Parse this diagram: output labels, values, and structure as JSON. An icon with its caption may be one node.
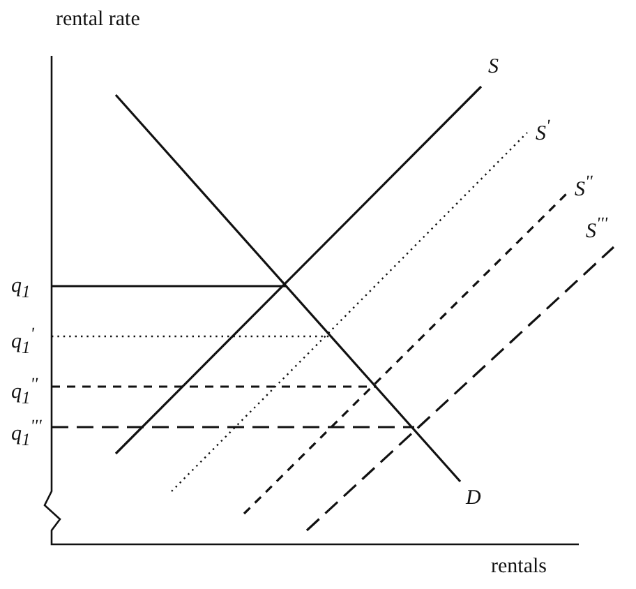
{
  "diagram": {
    "labels": [
      "rental rate",
      "S",
      "S$^{'}$",
      "S$^{''}$",
      "S$^{'''}$",
      "q$_{1}$",
      "q$_{1}$$^{'}$",
      "q$_{1}$$^{''}$",
      "q$_{1}$$^{'''}$",
      "D",
      "rentals"
    ]
  }
}
